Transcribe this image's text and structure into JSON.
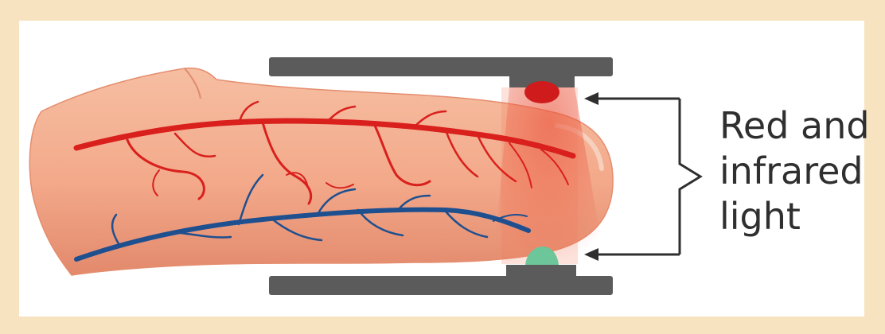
{
  "label": {
    "lines": [
      "Red and",
      "infrared",
      "light"
    ]
  },
  "colors": {
    "border": "#f8e3c0",
    "skin": "#f3a98a",
    "skin_shadow": "#e58d6e",
    "artery": "#d9201d",
    "vein": "#1e4f8f",
    "clip": "#5b5b5b",
    "emitter": "#cf1b1b",
    "detector": "#6dc59a",
    "arrow": "#2f2f2f"
  },
  "icons": {
    "emitter": "red-led-emitter-icon",
    "detector": "green-photodetector-icon"
  }
}
